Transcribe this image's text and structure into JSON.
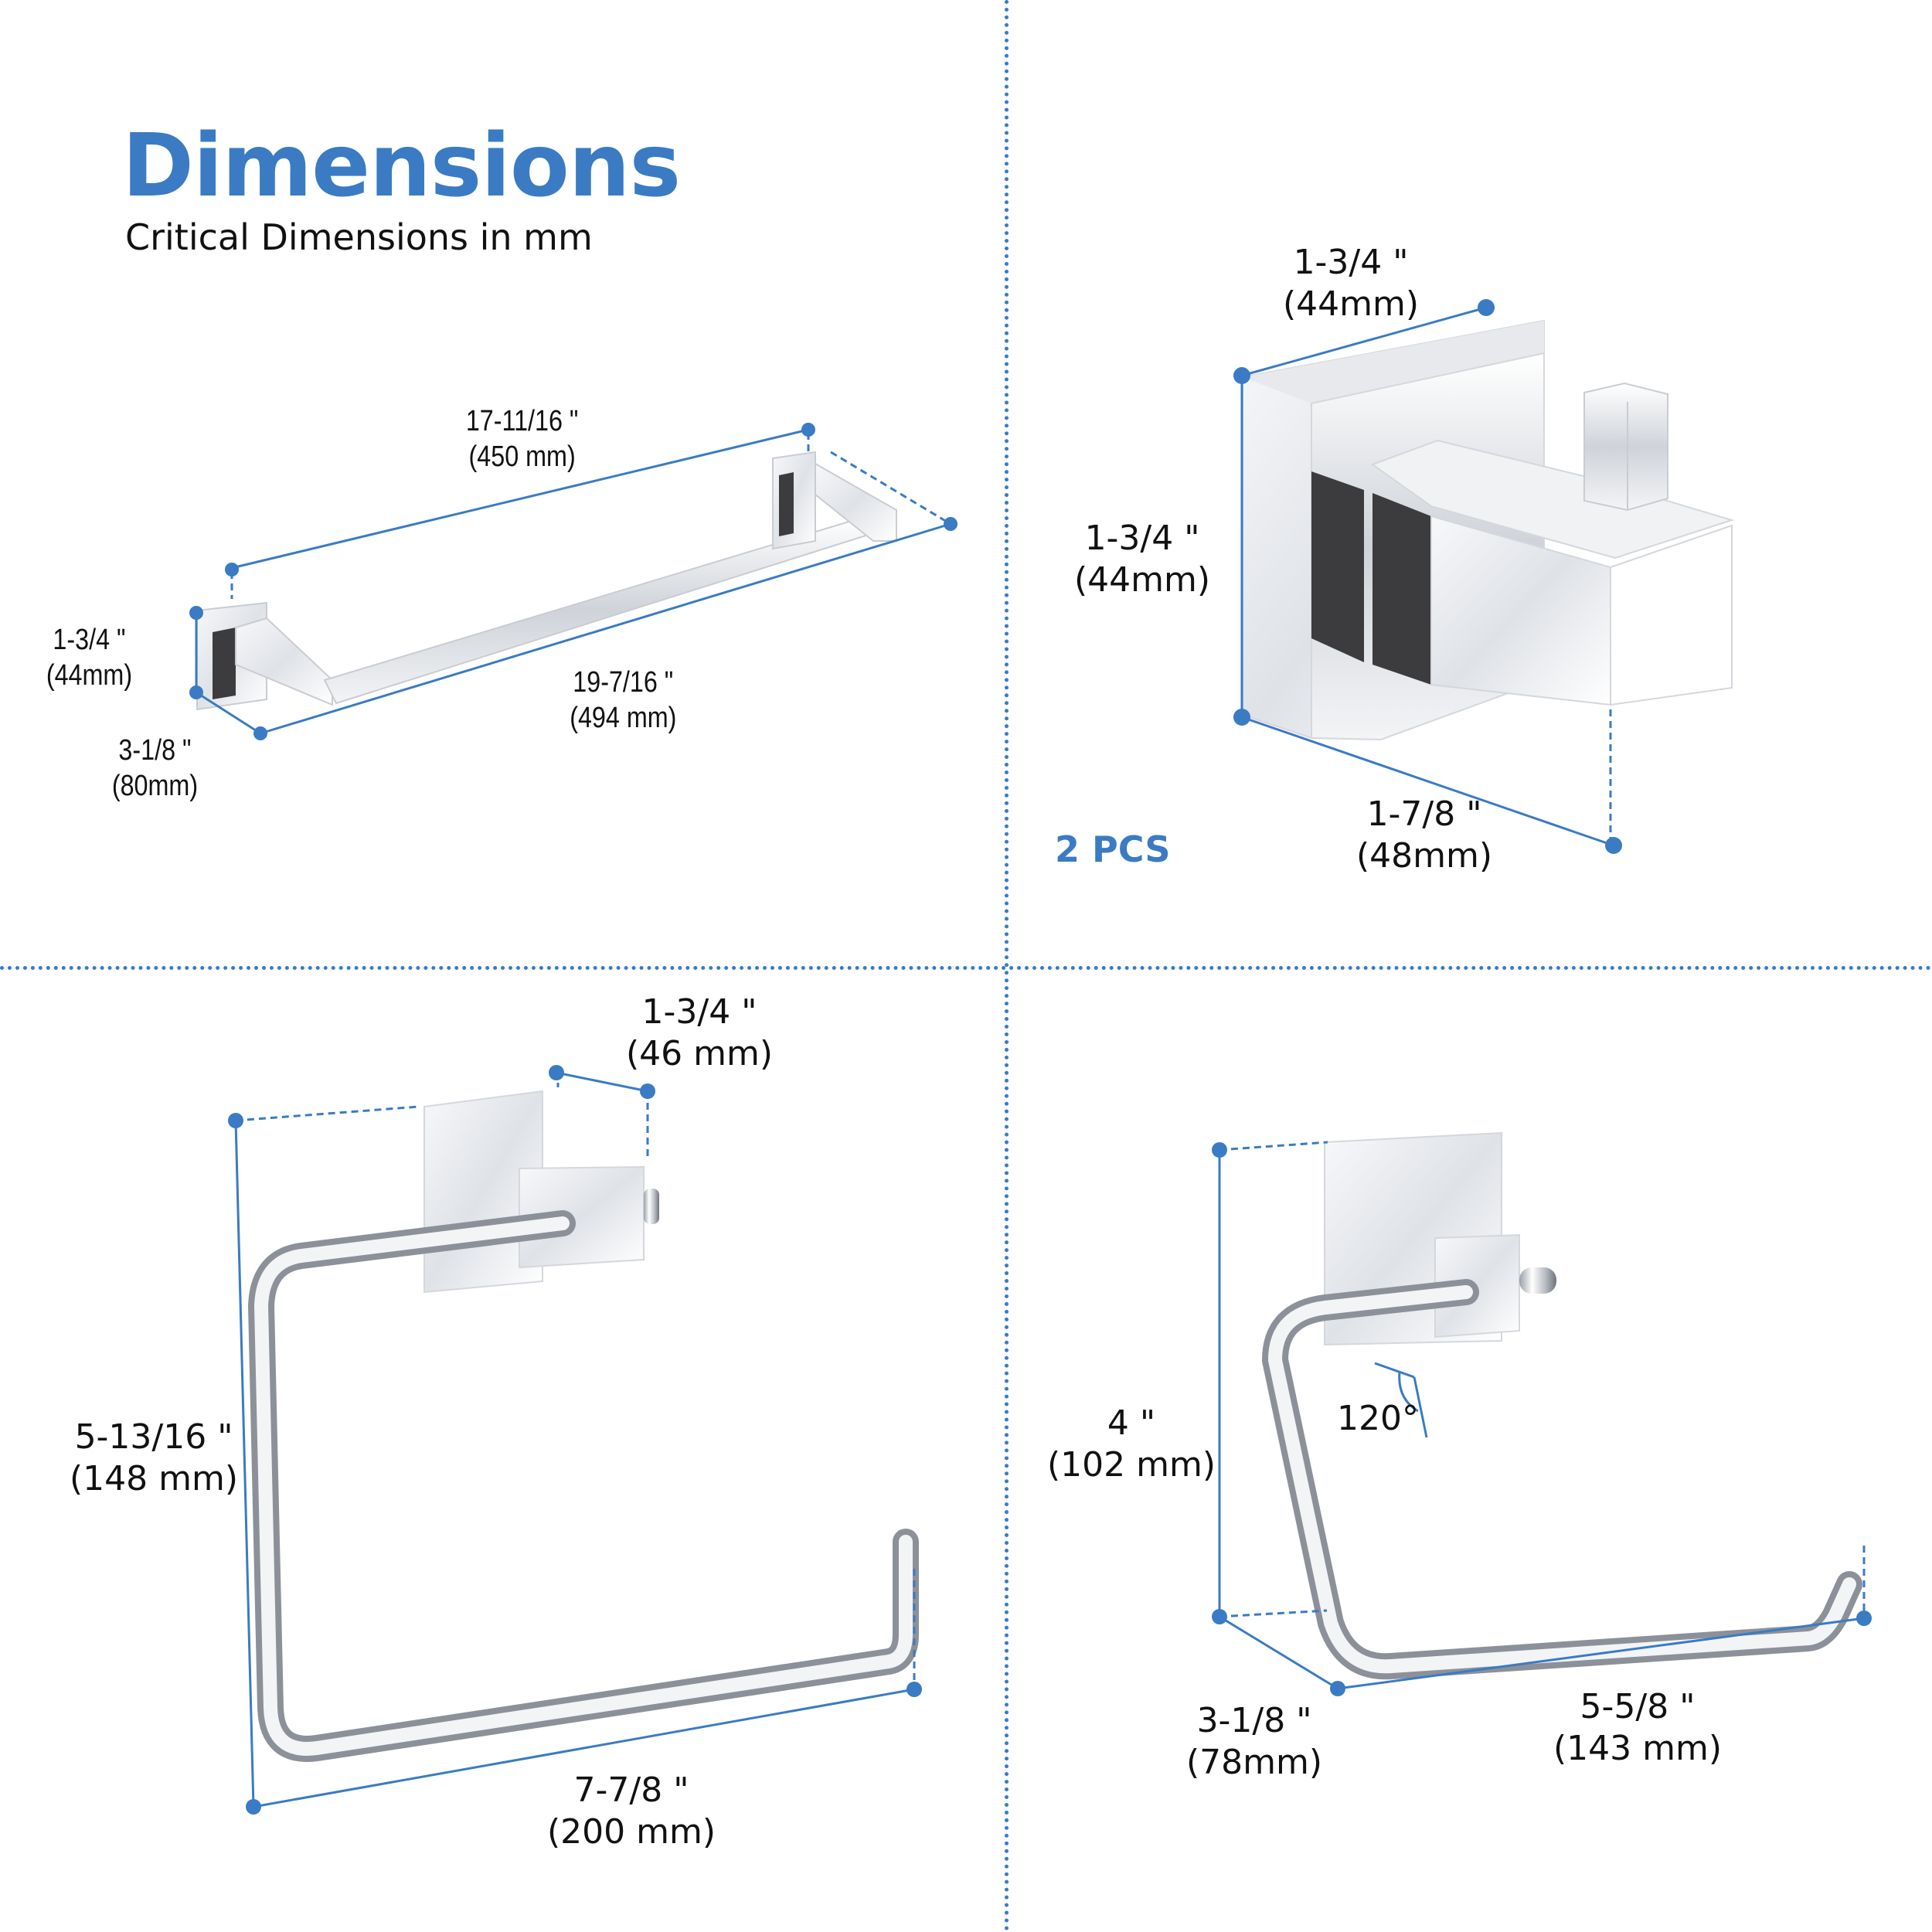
{
  "header": {
    "title": "Dimensions",
    "subtitle": "Critical Dimensions in mm"
  },
  "colors": {
    "accent": "#3a7bc4",
    "text": "#111111",
    "background": "#ffffff",
    "chrome_dark": "#3c3c3e",
    "chrome_light": "#e9ebef"
  },
  "products": {
    "towel_bar": {
      "name": "towel-bar",
      "dims": {
        "inner_length": {
          "inch": "17-11/16 \"",
          "mm": "(450 mm)"
        },
        "overall_length": {
          "inch": "19-7/16 \"",
          "mm": "(494 mm)"
        },
        "base_height": {
          "inch": "1-3/4 \"",
          "mm": "(44mm)"
        },
        "projection": {
          "inch": "3-1/8 \"",
          "mm": "(80mm)"
        }
      }
    },
    "robe_hook": {
      "name": "robe-hook",
      "quantity_label": "2 PCS",
      "dims": {
        "width": {
          "inch": "1-3/4 \"",
          "mm": "(44mm)"
        },
        "height": {
          "inch": "1-3/4 \"",
          "mm": "(44mm)"
        },
        "projection": {
          "inch": "1-7/8 \"",
          "mm": "(48mm)"
        }
      }
    },
    "towel_ring": {
      "name": "towel-ring",
      "dims": {
        "base_width": {
          "inch": "1-3/4 \"",
          "mm": "(46 mm)"
        },
        "height": {
          "inch": "5-13/16 \"",
          "mm": "(148 mm)"
        },
        "length": {
          "inch": "7-7/8 \"",
          "mm": "(200 mm)"
        }
      }
    },
    "toilet_paper_holder": {
      "name": "toilet-paper-holder",
      "dims": {
        "height": {
          "inch": "4 \"",
          "mm": "(102 mm)"
        },
        "depth": {
          "inch": "3-1/8 \"",
          "mm": "(78mm)"
        },
        "length": {
          "inch": "5-5/8 \"",
          "mm": "(143 mm)"
        },
        "angle": "120°"
      }
    }
  }
}
